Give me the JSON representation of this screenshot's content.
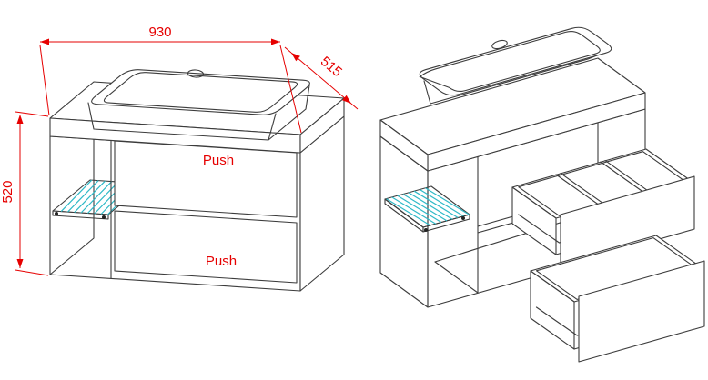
{
  "colors": {
    "line": "#3c3c3c",
    "dimension": "#e60000",
    "glass": "#2fb9c7",
    "background": "#ffffff"
  },
  "drawing": {
    "dimensions": {
      "width": "930",
      "depth": "515",
      "height": "520"
    },
    "labels": {
      "push_top": "Push",
      "push_bottom": "Push"
    }
  }
}
